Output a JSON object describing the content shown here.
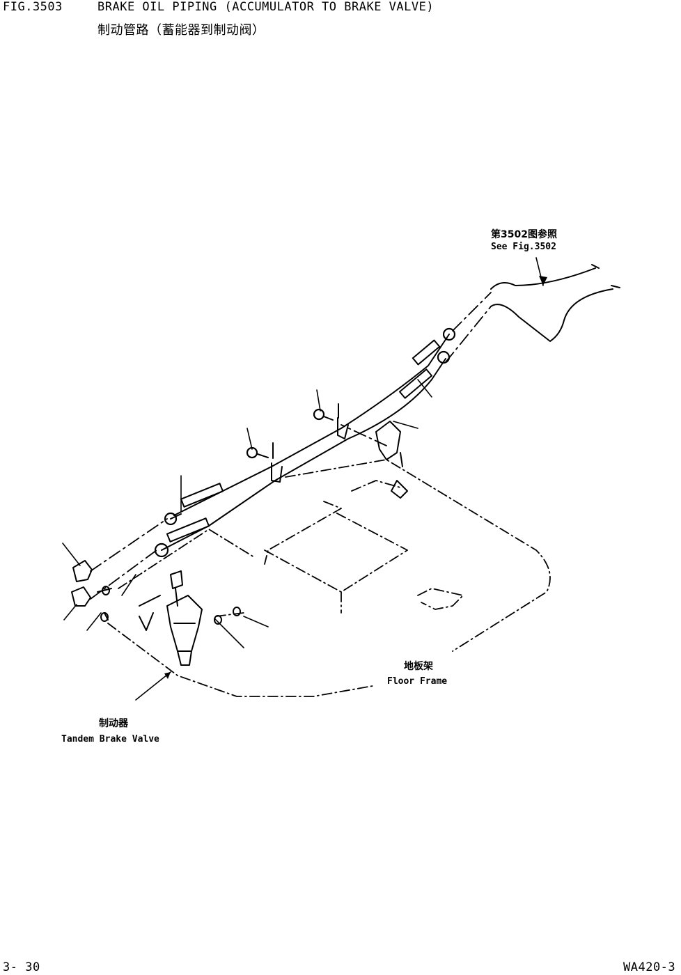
{
  "header": {
    "fig_number": "FIG.3503",
    "title_en": "BRAKE OIL PIPING (ACCUMULATOR TO BRAKE VALVE)",
    "title_cn": "制动管路（蓄能器到制动阀）"
  },
  "callouts": {
    "see_fig_cn": "第3502图参照",
    "see_fig_en": "See Fig.3502",
    "floor_frame_cn": "地板架",
    "floor_frame_en": "Floor Frame",
    "brake_valve_cn": "制动器",
    "brake_valve_en": "Tandem Brake Valve"
  },
  "footer": {
    "page_number": "3- 30",
    "model": "WA420-3"
  }
}
